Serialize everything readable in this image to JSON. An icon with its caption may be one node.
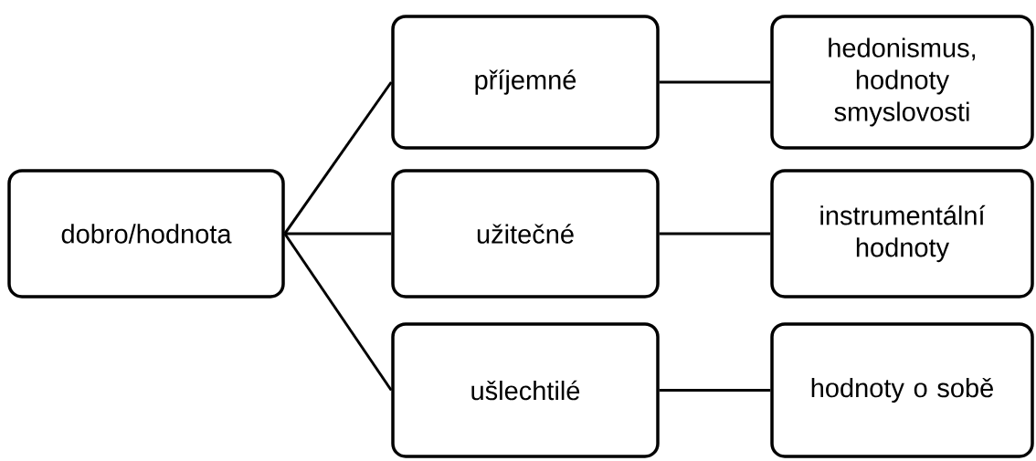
{
  "diagram": {
    "nodes": [
      {
        "text": [
          "dobro/hodnota"
        ]
      },
      {
        "text": [
          "příjemné"
        ]
      },
      {
        "text": [
          "užitečné"
        ]
      },
      {
        "text": [
          "ušlechtilé"
        ]
      },
      {
        "text": [
          "hedonismus, hodnoty smyslovosti"
        ]
      },
      {
        "text": [
          "instrumentální hodnoty"
        ]
      },
      {
        "text": [
          "hodnoty o sobě"
        ]
      }
    ],
    "edges": [
      {
        "from": 0,
        "to": 1,
        "arrow": "none"
      },
      {
        "from": 0,
        "to": 2,
        "arrow": "none"
      },
      {
        "from": 0,
        "to": 3,
        "arrow": "none"
      },
      {
        "from": 1,
        "to": 4,
        "arrow": "none"
      },
      {
        "from": 2,
        "to": 5,
        "arrow": "none"
      },
      {
        "from": 3,
        "to": 6,
        "arrow": "none"
      }
    ]
  }
}
